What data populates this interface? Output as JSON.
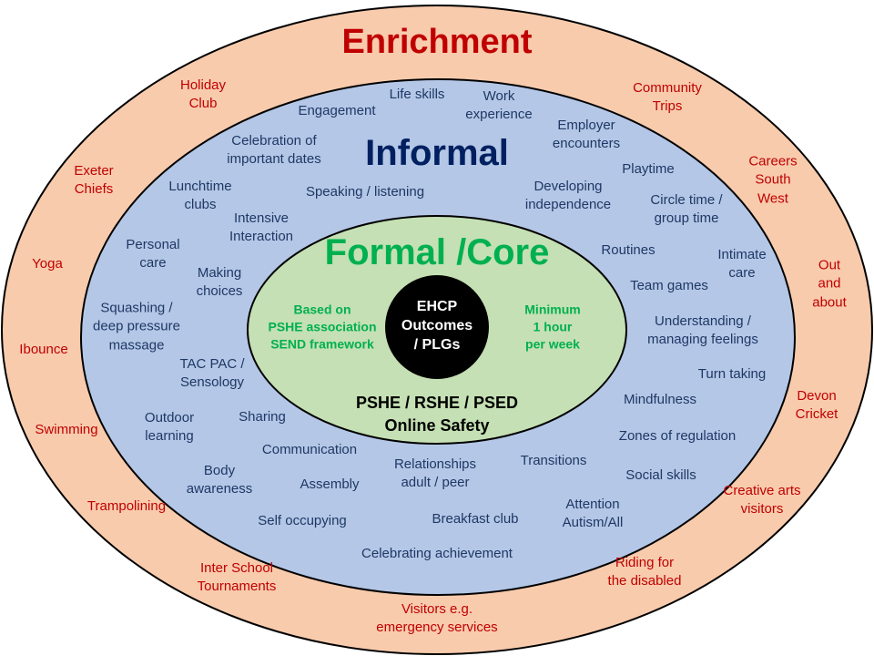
{
  "colors": {
    "enrichment_fill": "#f8cbad",
    "informal_fill": "#b4c7e7",
    "core_fill": "#c5e0b4",
    "center_fill": "#000000",
    "enrichment_text": "#c00000",
    "informal_text": "#1f3864",
    "core_title": "#00b050"
  },
  "titles": {
    "enrichment": "Enrichment",
    "informal": "Informal",
    "core": "Formal /Core"
  },
  "center": "EHCP\nOutcomes\n/ PLGs",
  "core": {
    "left_note": "Based on\nPSHE association\nSEND framework",
    "right_note": "Minimum\n1 hour\nper week",
    "subjects": "PSHE / RSHE / PSED\nOnline Safety"
  },
  "enrichment_items": [
    "Holiday\nClub",
    "Community\nTrips",
    "Exeter\nChiefs",
    "Careers\nSouth\nWest",
    "Yoga",
    "Out\nand\nabout",
    "Ibounce",
    "Devon\nCricket",
    "Swimming",
    "Creative arts\nvisitors",
    "Trampolining",
    "Riding for\nthe disabled",
    "Inter School\nTournaments",
    "Visitors e.g.\nemergency services"
  ],
  "informal_items": [
    "Life skills",
    "Work\nexperience",
    "Engagement",
    "Employer\nencounters",
    "Celebration of\nimportant dates",
    "Playtime",
    "Developing\nindependence",
    "Lunchtime\nclubs",
    "Speaking / listening",
    "Circle time /\ngroup time",
    "Intensive\nInteraction",
    "Personal\ncare",
    "Routines",
    "Intimate\ncare",
    "Making\nchoices",
    "Team games",
    "Squashing /\ndeep pressure\nmassage",
    "Understanding /\nmanaging feelings",
    "TAC PAC /\nSensology",
    "Turn taking",
    "Mindfulness",
    "Outdoor\nlearning",
    "Sharing",
    "Zones of regulation",
    "Communication",
    "Relationships\nadult / peer",
    "Transitions",
    "Body\nawareness",
    "Assembly",
    "Social skills",
    "Attention\nAutism/All",
    "Self occupying",
    "Breakfast club",
    "Celebrating achievement"
  ]
}
